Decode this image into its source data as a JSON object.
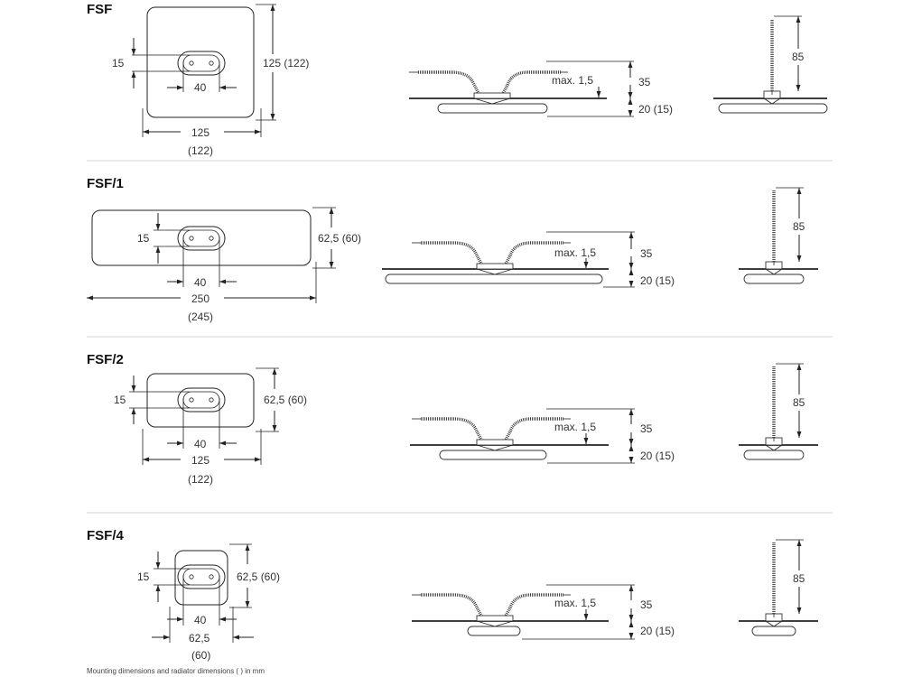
{
  "sections": [
    {
      "title": "FSF",
      "labels": {
        "slot_h": "15",
        "slot_w": "40",
        "height": "125 (122)",
        "width": "125",
        "width_sub": "(122)",
        "max": "max. 1,5",
        "h35": "35",
        "h20": "20 (15)",
        "h85": "85"
      }
    },
    {
      "title": "FSF/1",
      "labels": {
        "slot_h": "15",
        "slot_w": "40",
        "height": "62,5 (60)",
        "width": "250",
        "width_sub": "(245)",
        "max": "max. 1,5",
        "h35": "35",
        "h20": "20 (15)",
        "h85": "85"
      }
    },
    {
      "title": "FSF/2",
      "labels": {
        "slot_h": "15",
        "slot_w": "40",
        "height": "62,5 (60)",
        "width": "125",
        "width_sub": "(122)",
        "max": "max. 1,5",
        "h35": "35",
        "h20": "20 (15)",
        "h85": "85"
      }
    },
    {
      "title": "FSF/4",
      "labels": {
        "slot_h": "15",
        "slot_w": "40",
        "height": "62,5 (60)",
        "width": "62,5",
        "width_sub": "(60)",
        "max": "max. 1,5",
        "h35": "35",
        "h20": "20 (15)",
        "h85": "85"
      }
    }
  ],
  "footnote": "Mounting dimensions and radiator dimensions ( ) in mm"
}
